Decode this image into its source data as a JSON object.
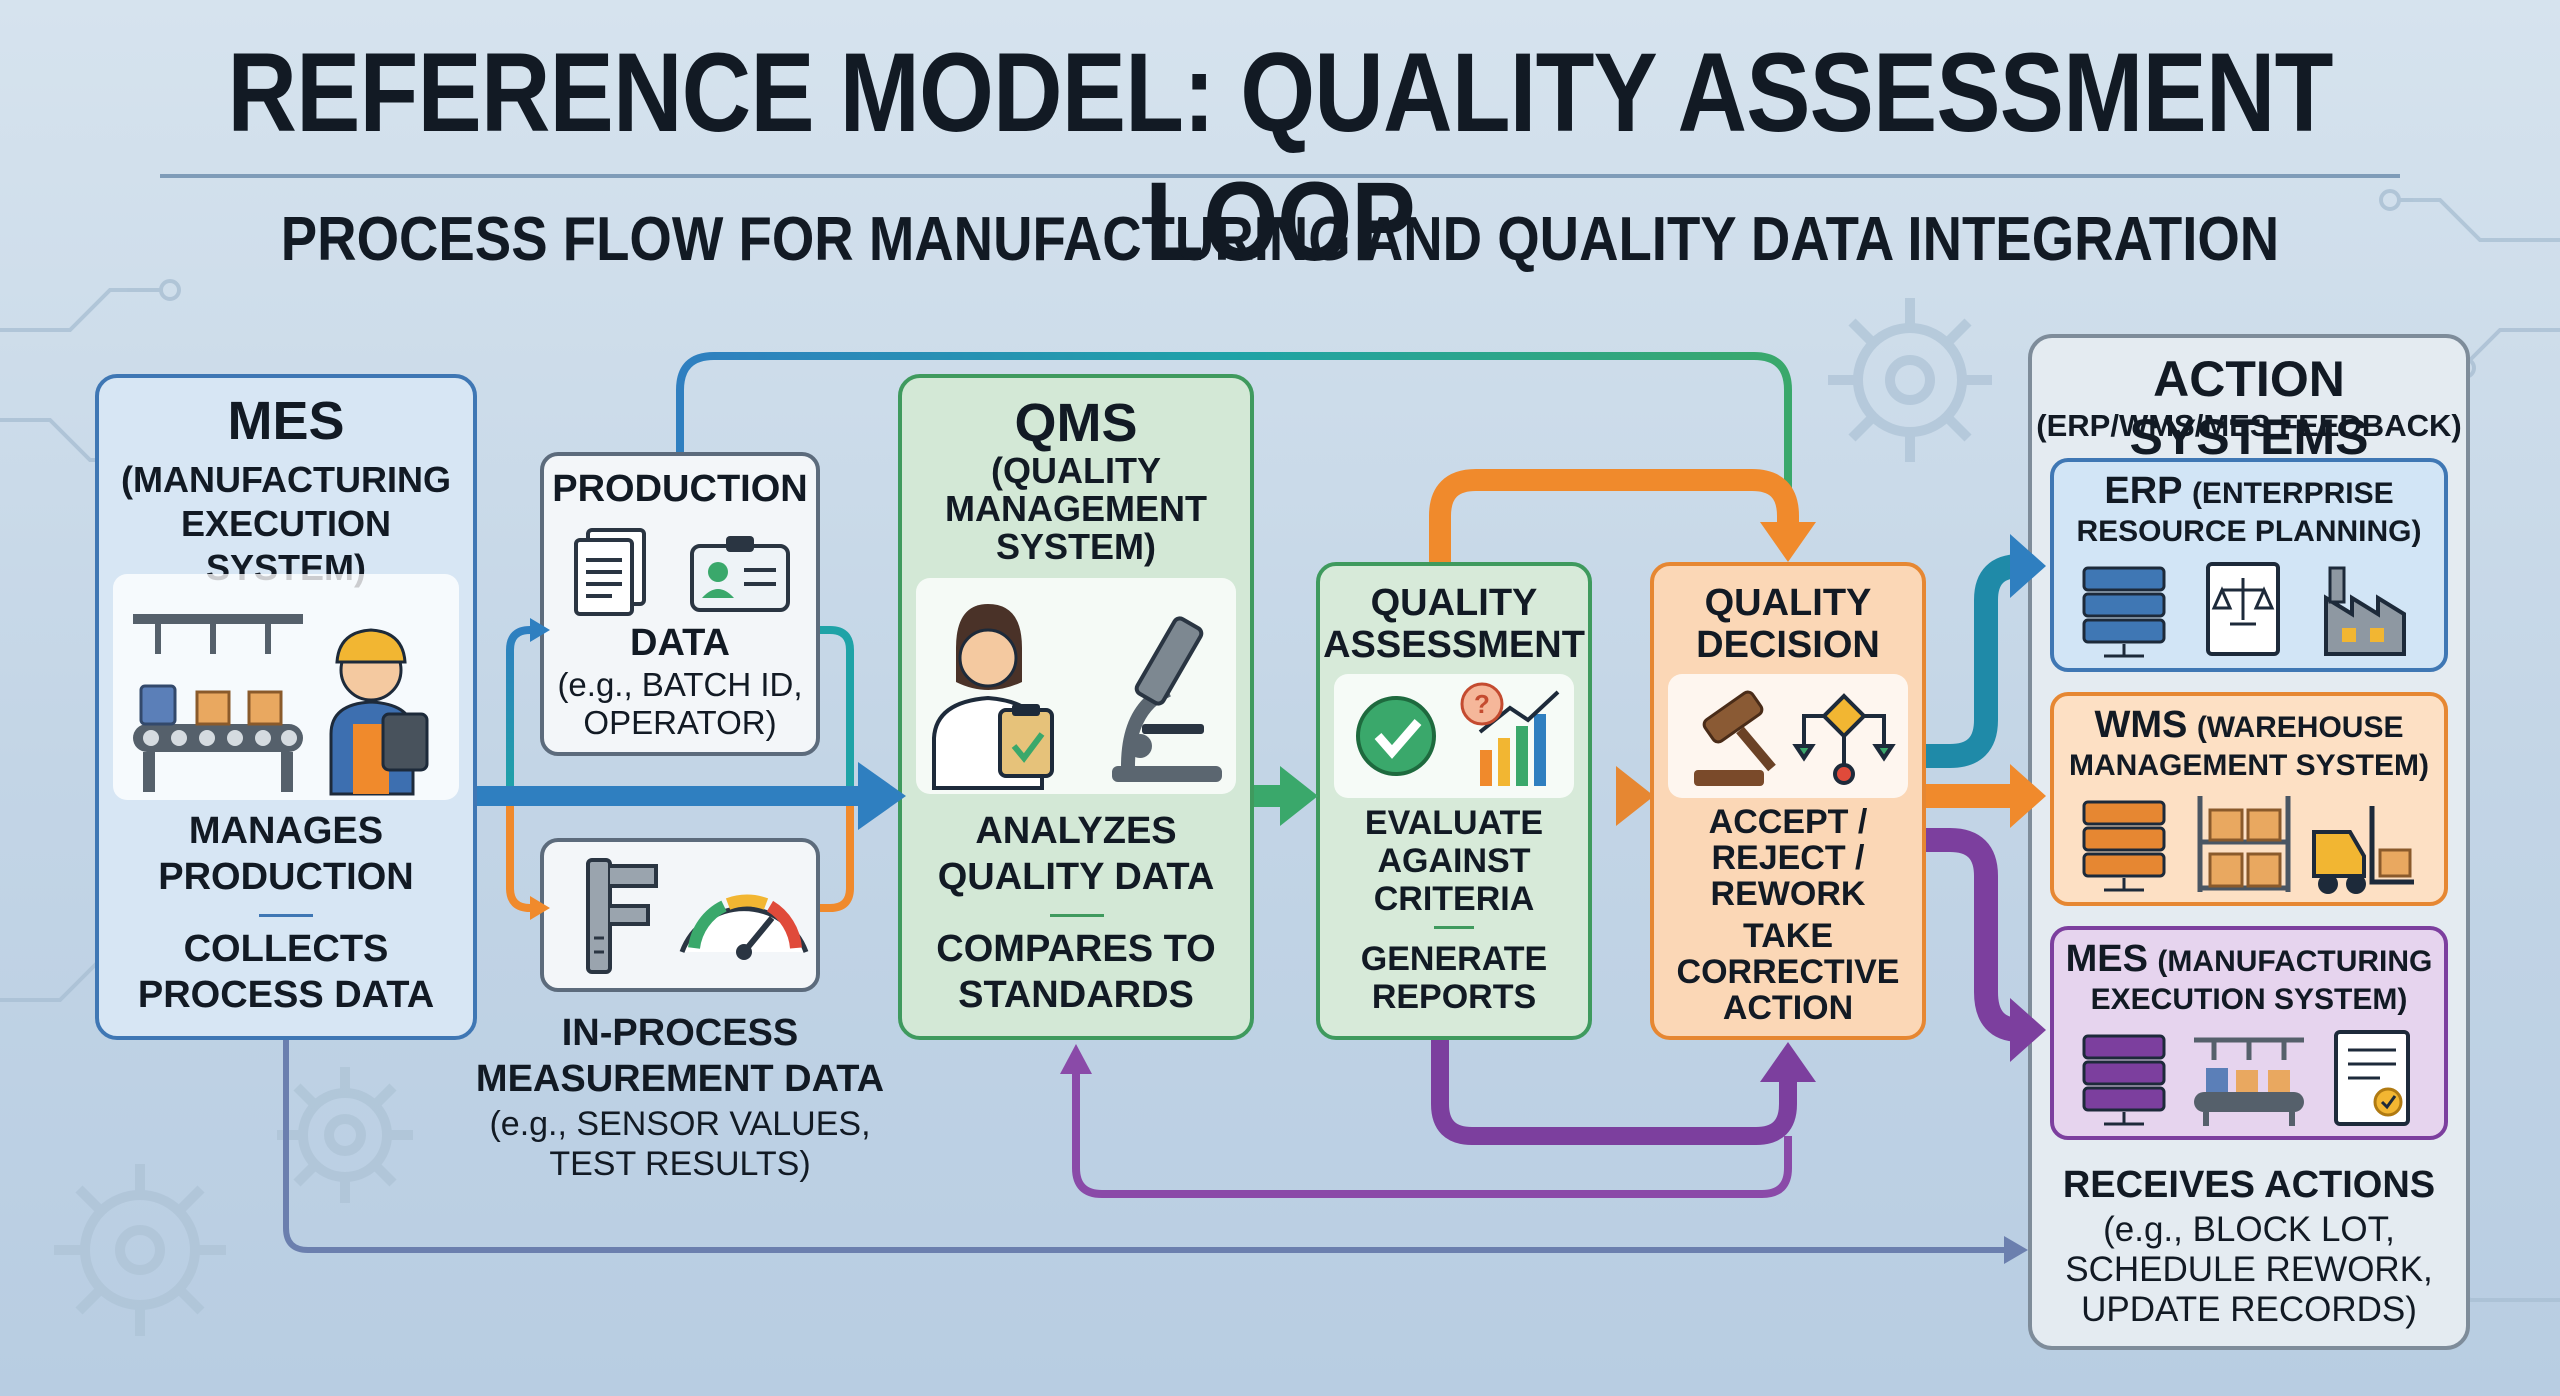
{
  "title": "REFERENCE MODEL: QUALITY ASSESSMENT LOOP",
  "subtitle": "PROCESS FLOW FOR MANUFACTURING AND QUALITY DATA INTEGRATION",
  "mes": {
    "name": "MES",
    "full_name": [
      "(MANUFACTURING",
      "EXECUTION SYSTEM)"
    ],
    "function_1": [
      "MANAGES",
      "PRODUCTION"
    ],
    "function_2": [
      "COLLECTS",
      "PROCESS DATA"
    ]
  },
  "production": {
    "title": "PRODUCTION",
    "label": "DATA",
    "example": [
      "(e.g., BATCH ID,",
      "OPERATOR)"
    ]
  },
  "inprocess": {
    "title": [
      "IN-PROCESS",
      "MEASUREMENT DATA"
    ],
    "example": [
      "(e.g., SENSOR VALUES,",
      "TEST RESULTS)"
    ]
  },
  "qms": {
    "name": "QMS",
    "full_name": [
      "(QUALITY",
      "MANAGEMENT",
      "SYSTEM)"
    ],
    "function_1": [
      "ANALYZES",
      "QUALITY DATA"
    ],
    "function_2": [
      "COMPARES TO",
      "STANDARDS"
    ]
  },
  "assessment": {
    "title": [
      "QUALITY",
      "ASSESSMENT"
    ],
    "function_1": [
      "EVALUATE",
      "AGAINST",
      "CRITERIA"
    ],
    "function_2": [
      "GENERATE",
      "REPORTS"
    ]
  },
  "decision": {
    "title": [
      "QUALITY",
      "DECISION"
    ],
    "function_1": [
      "ACCEPT /",
      "REJECT /",
      "REWORK"
    ],
    "function_2": [
      "TAKE",
      "CORRECTIVE",
      "ACTION"
    ]
  },
  "action_systems": {
    "title": "ACTION SYSTEMS",
    "subtitle": "(ERP/WMS/MES FEEDBACK)",
    "erp": {
      "abbr": "ERP",
      "full_a": "(ENTERPRISE",
      "full_b": "RESOURCE PLANNING)"
    },
    "wms": {
      "abbr": "WMS",
      "full_a": "(WAREHOUSE",
      "full_b": "MANAGEMENT SYSTEM)"
    },
    "mes": {
      "abbr": "MES",
      "full_a": "(MANUFACTURING",
      "full_b": "EXECUTION SYSTEM)"
    },
    "receives": "RECEIVES ACTIONS",
    "examples": [
      "(e.g., BLOCK LOT,",
      "SCHEDULE REWORK,",
      "UPDATE RECORDS)"
    ]
  },
  "colors": {
    "blue": "#2f7fc0",
    "teal": "#1fa3a7",
    "green": "#3aa86b",
    "orange": "#f08a2c",
    "purple": "#7c3f9e",
    "slate": "#6b7fae"
  }
}
